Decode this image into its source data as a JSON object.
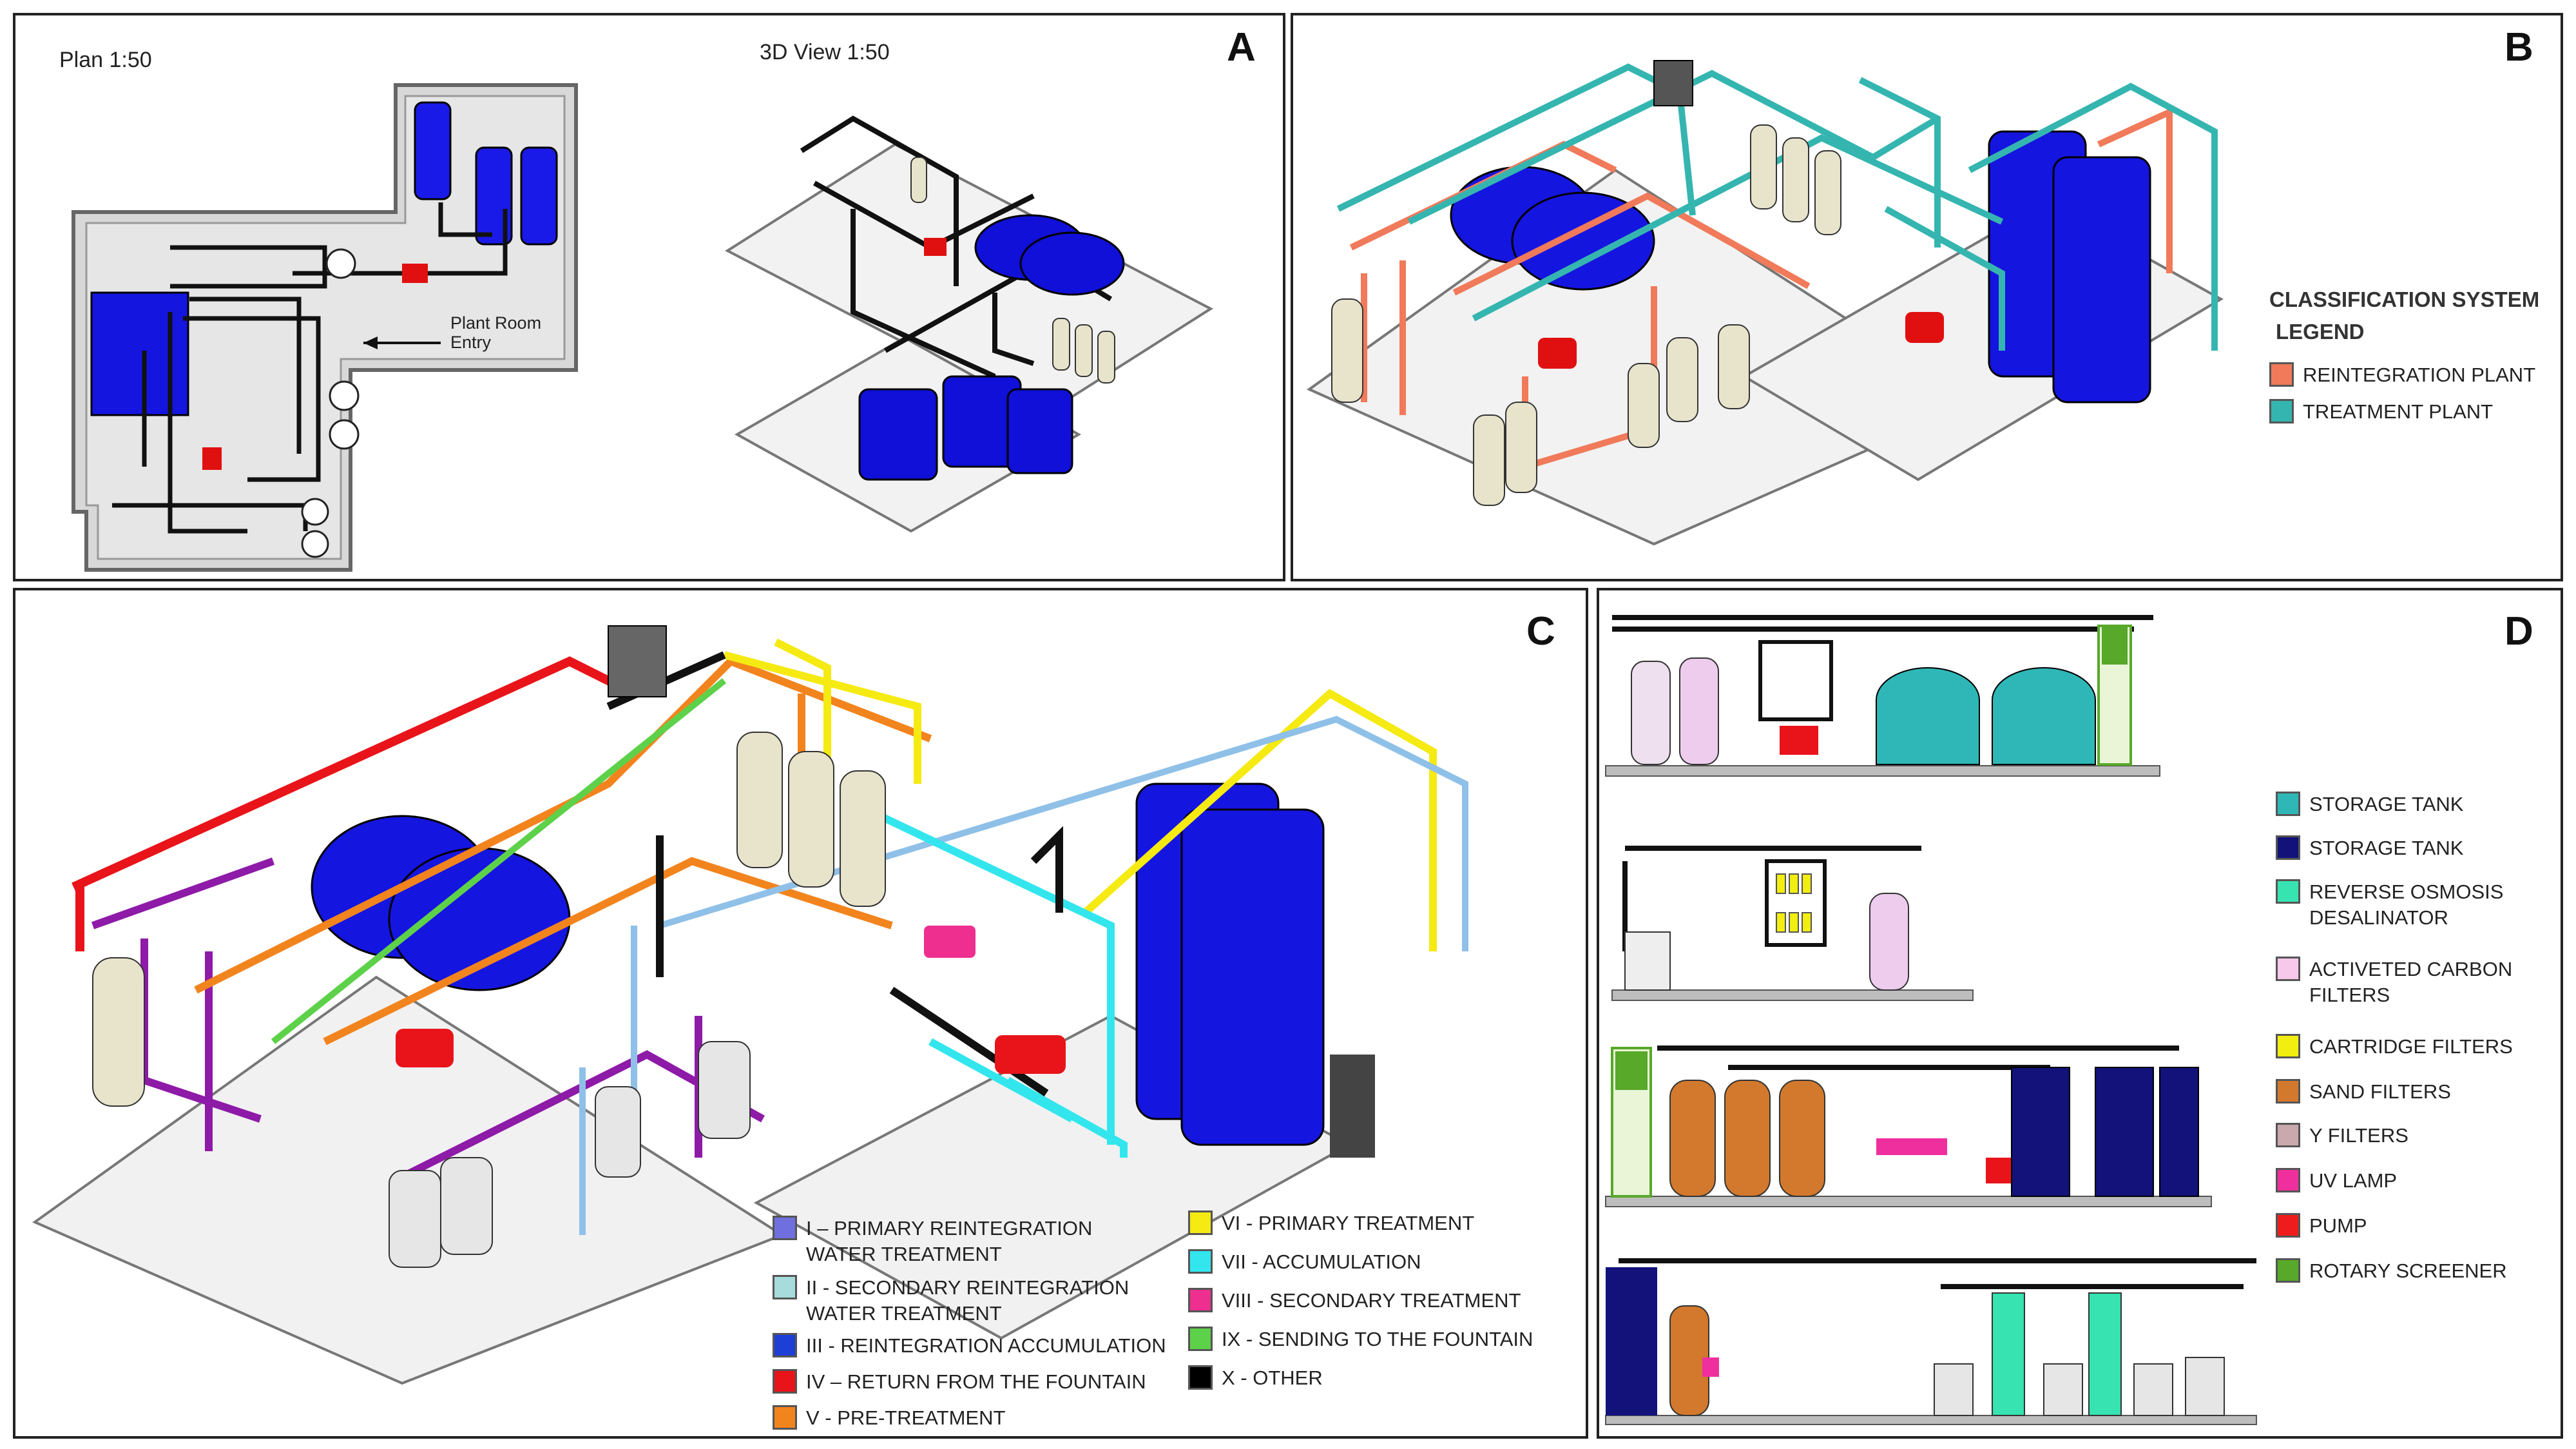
{
  "panels": {
    "a": {
      "letter": "A",
      "plan_label": "Plan 1:50",
      "view_label": "3D View 1:50",
      "entry_label": "Plant Room\nEntry"
    },
    "b": {
      "letter": "B",
      "legend_title_1": "CLASSIFICATION SYSTEM",
      "legend_title_2": "LEGEND",
      "legend": [
        {
          "label": "REINTEGRATION  PLANT",
          "color": "#f07a5a"
        },
        {
          "label": "TREATMENT PLANT",
          "color": "#35b5b0"
        }
      ]
    },
    "c": {
      "letter": "C",
      "legend": [
        {
          "label": "I – PRIMARY REINTEGRATION\nWATER TREATMENT",
          "color": "#6f6fe0"
        },
        {
          "label": "II - SECONDARY REINTEGRATION\nWATER TREATMENT",
          "color": "#a8dcdc"
        },
        {
          "label": "III - REINTEGRATION ACCUMULATION",
          "color": "#1e3fd6"
        },
        {
          "label": "IV – RETURN FROM THE FOUNTAIN",
          "color": "#e8141a"
        },
        {
          "label": "V - PRE-TREATMENT",
          "color": "#f2841e"
        },
        {
          "label": "VI - PRIMARY TREATMENT",
          "color": "#f5ea12"
        },
        {
          "label": "VII - ACCUMULATION",
          "color": "#33e6ee"
        },
        {
          "label": "VIII - SECONDARY TREATMENT",
          "color": "#ee2f8f"
        },
        {
          "label": "IX - SENDING TO THE FOUNTAIN",
          "color": "#5ed14a"
        },
        {
          "label": "X - OTHER",
          "color": "#000000"
        }
      ]
    },
    "d": {
      "letter": "D",
      "legend": [
        {
          "label": "STORAGE TANK",
          "color": "#2fb7b7"
        },
        {
          "label": "STORAGE TANK",
          "color": "#12127a"
        },
        {
          "label": "REVERSE OSMOSIS\nDESALINATOR",
          "color": "#37e3b0"
        },
        {
          "label": "ACTIVETED CARBON\nFILTERS",
          "color": "#f7c8ea"
        },
        {
          "label": "CARTRIDGE FILTERS",
          "color": "#f2ee10"
        },
        {
          "label": "SAND FILTERS",
          "color": "#d2792d"
        },
        {
          "label": "Y FILTERS",
          "color": "#c9a9ad"
        },
        {
          "label": "UV LAMP",
          "color": "#f02f9e"
        },
        {
          "label": "PUMP",
          "color": "#ee1c1c"
        },
        {
          "label": "ROTARY SCREENER",
          "color": "#58a82a"
        }
      ]
    }
  }
}
